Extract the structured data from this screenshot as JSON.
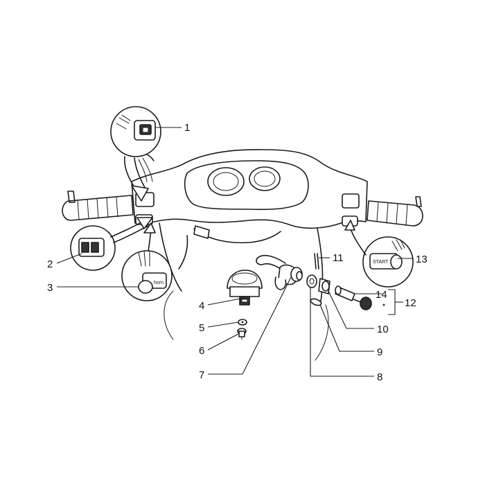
{
  "callouts": [
    {
      "id": "1",
      "label": "1"
    },
    {
      "id": "2",
      "label": "2"
    },
    {
      "id": "3",
      "label": "3"
    },
    {
      "id": "4",
      "label": "4"
    },
    {
      "id": "5",
      "label": "5"
    },
    {
      "id": "6",
      "label": "6"
    },
    {
      "id": "7",
      "label": "7"
    },
    {
      "id": "8",
      "label": "8"
    },
    {
      "id": "9",
      "label": "9"
    },
    {
      "id": "10",
      "label": "10"
    },
    {
      "id": "11",
      "label": "11"
    },
    {
      "id": "12",
      "label": "12"
    },
    {
      "id": "13",
      "label": "13"
    },
    {
      "id": "14",
      "label": "14"
    }
  ],
  "switch_texts": {
    "right_switch": "START",
    "left_switch": "horn"
  },
  "colors": {
    "line": "#1a1a1a",
    "background": "#ffffff"
  }
}
